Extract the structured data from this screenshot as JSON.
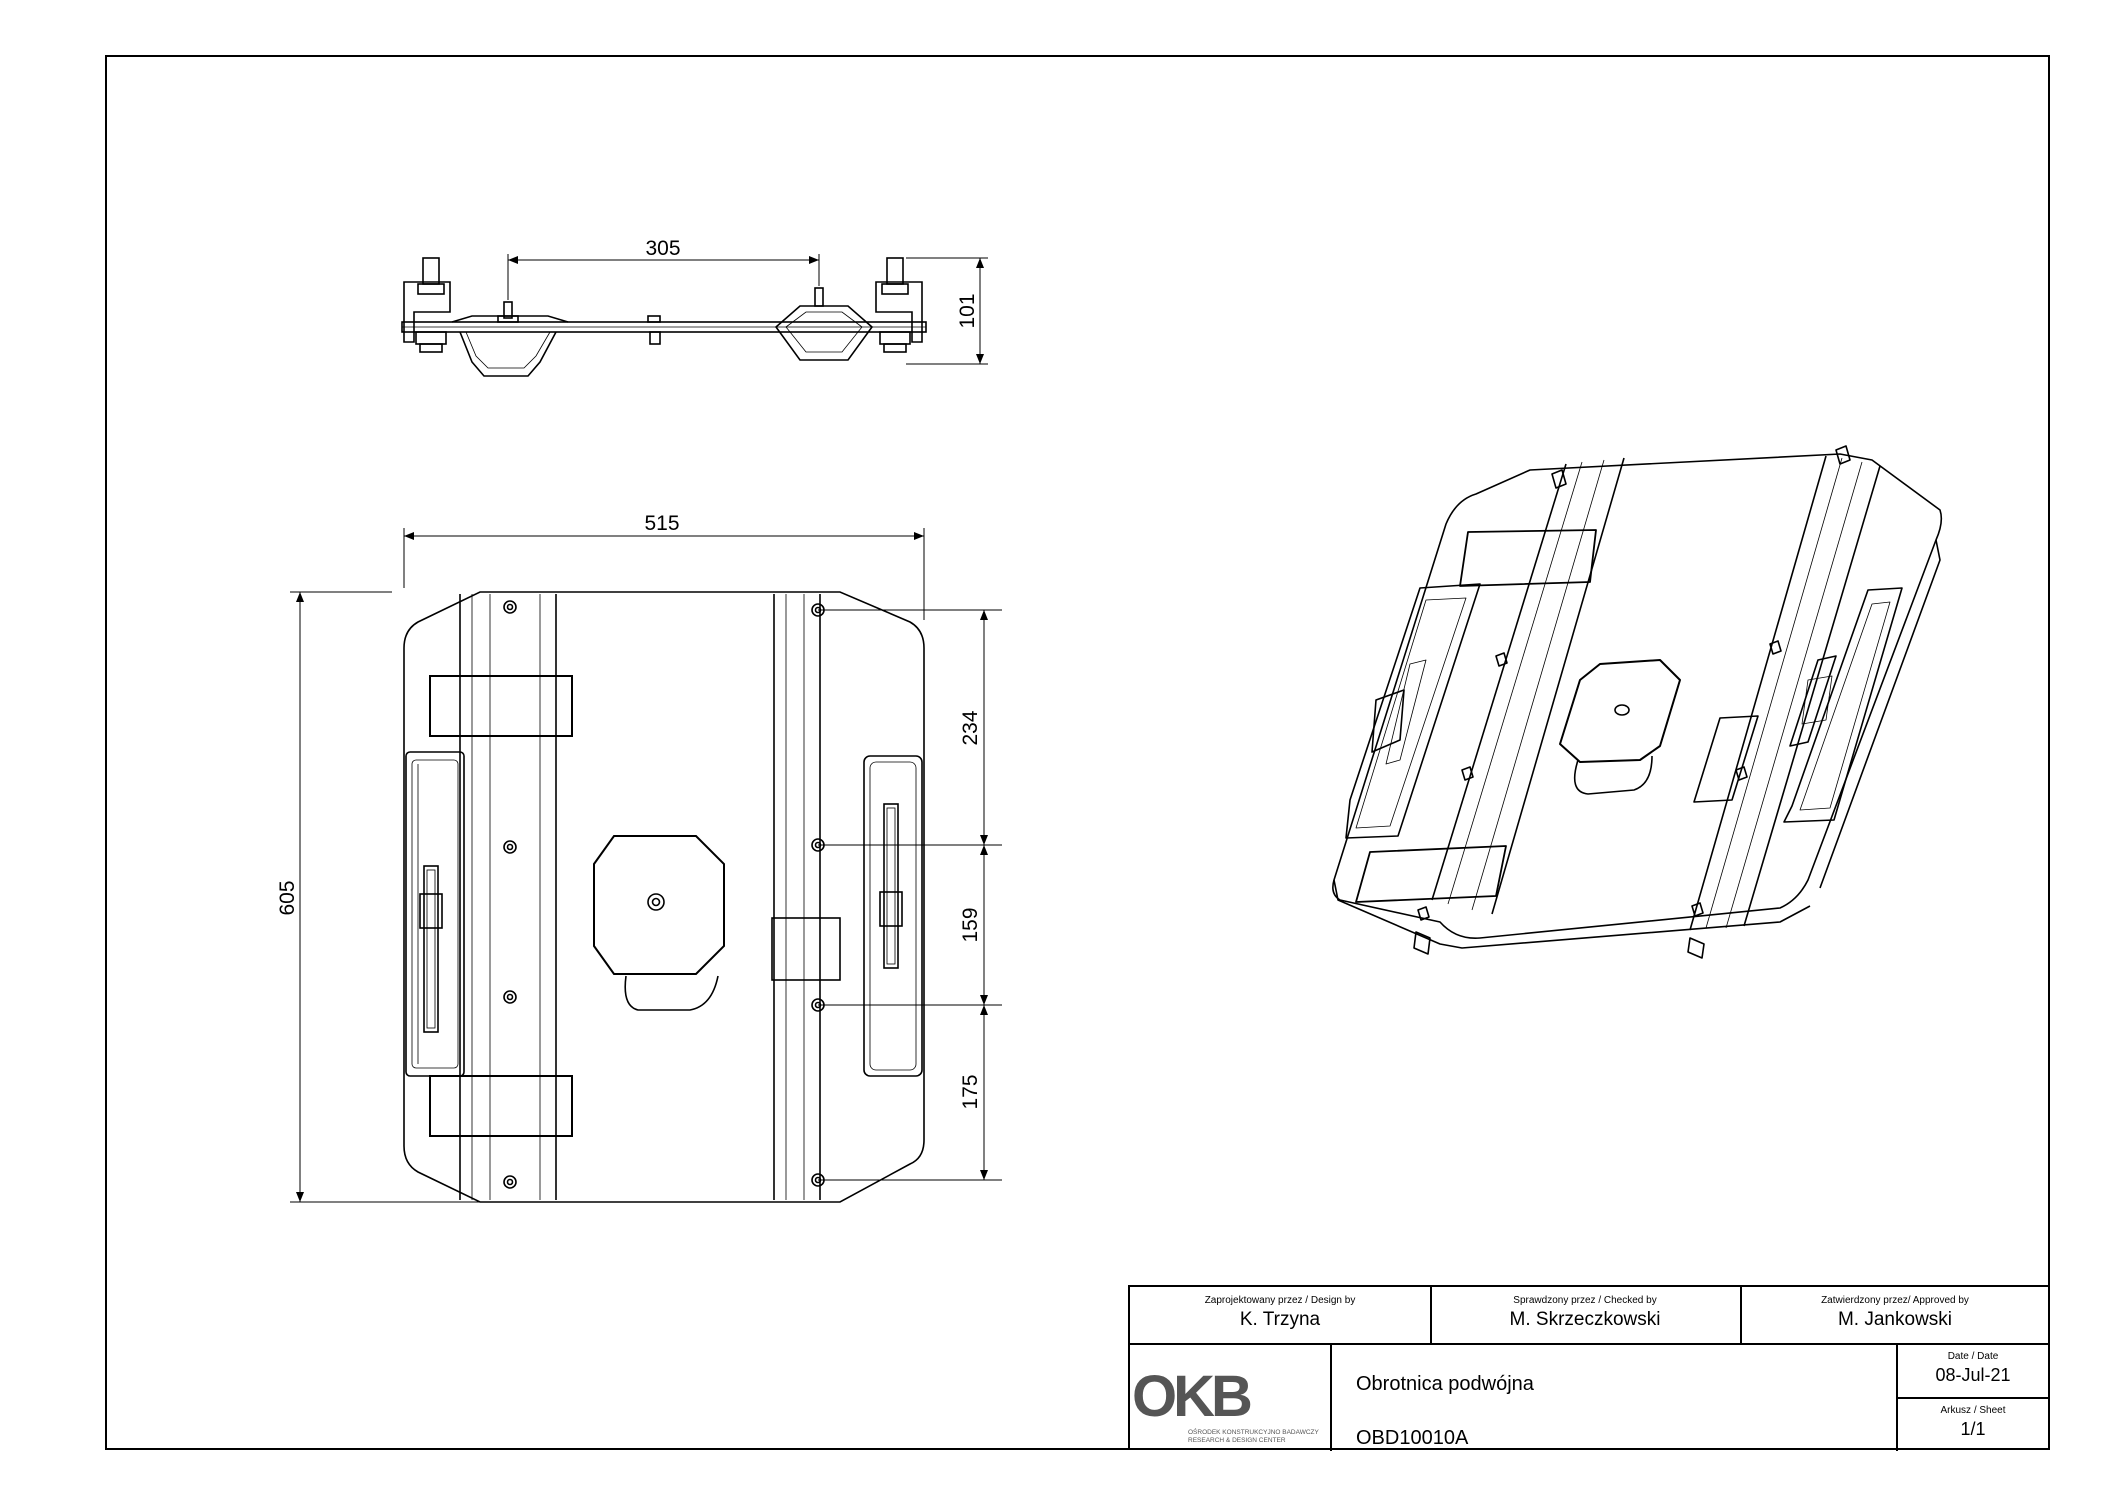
{
  "dimensions": {
    "top_span": "305",
    "top_height": "101",
    "plan_width": "515",
    "plan_height": "605",
    "right_upper": "234",
    "right_middle": "159",
    "right_lower": "175"
  },
  "title_block": {
    "design_label": "Zaprojektowany przez / Design by",
    "design_value": "K. Trzyna",
    "checked_label": "Sprawdzony przez / Checked by",
    "checked_value": "M. Skrzeczkowski",
    "approved_label": "Zatwierdzony przez/ Approved by",
    "approved_value": "M. Jankowski",
    "logo_text": "OKB",
    "logo_sub1": "OŚRODEK KONSTRUKCYJNO BADAWCZY",
    "logo_sub2": "RESEARCH & DESIGN CENTER",
    "drawing_title": "Obrotnica podwójna",
    "drawing_number": "OBD10010A",
    "date_label": "Date / Date",
    "date_value": "08-Jul-21",
    "sheet_label": "Arkusz / Sheet",
    "sheet_value": "1/1"
  }
}
